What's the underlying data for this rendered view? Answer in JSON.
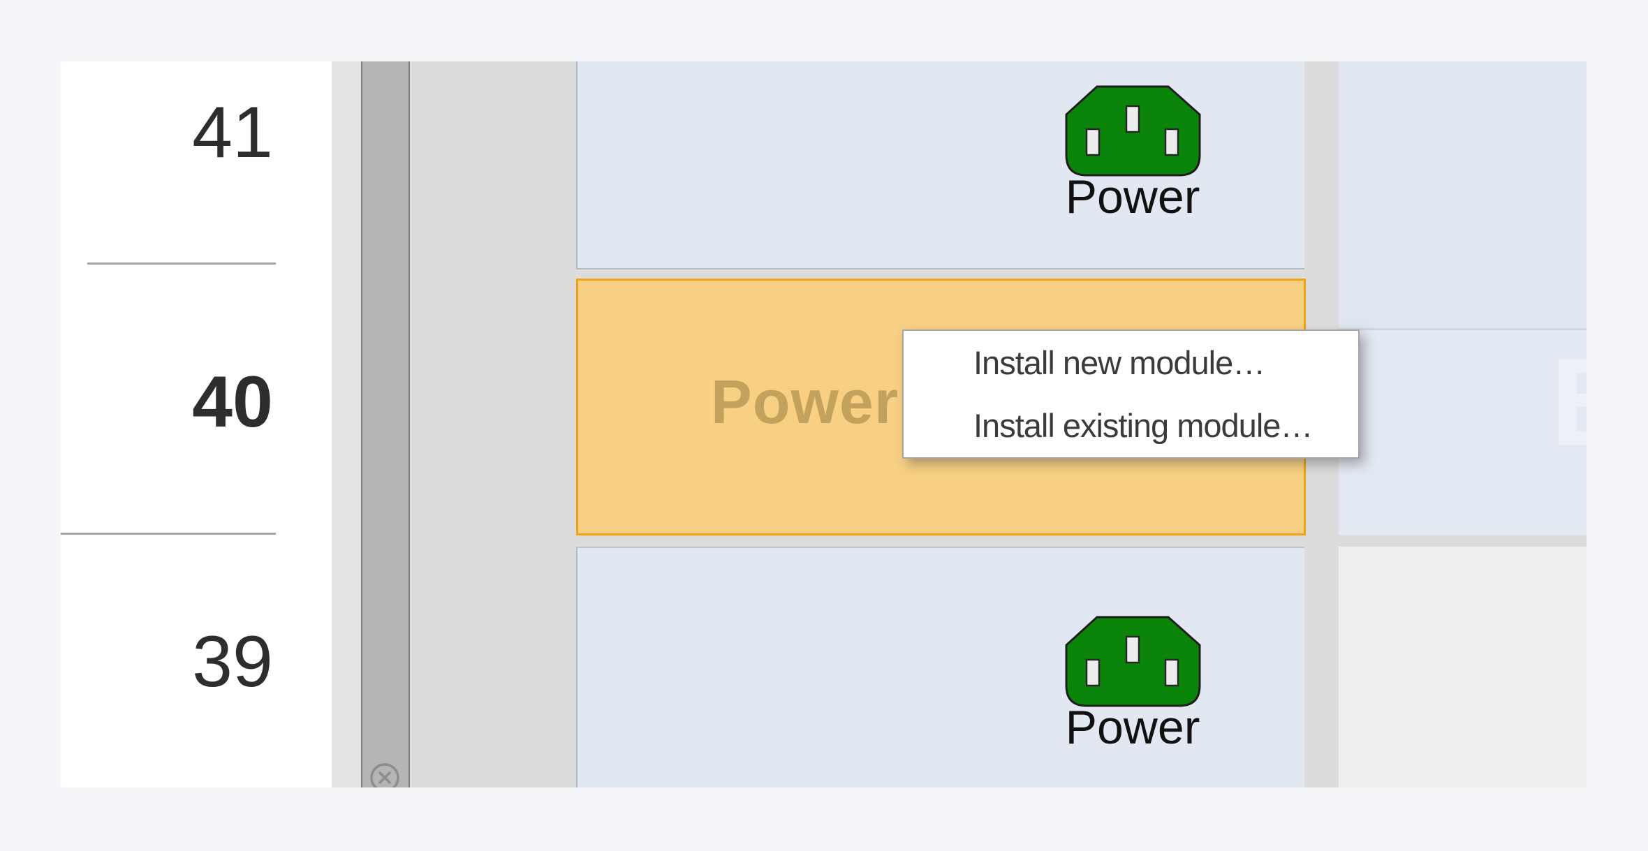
{
  "rack": {
    "units": [
      {
        "label": "41",
        "bold": false
      },
      {
        "label": "40",
        "bold": true
      },
      {
        "label": "39",
        "bold": false
      }
    ]
  },
  "modules": {
    "slot41": {
      "label": "Power",
      "icon": "power-connector-icon"
    },
    "slot40_selected": {
      "label": "Power"
    },
    "slot39": {
      "label": "Power",
      "icon": "power-connector-icon"
    }
  },
  "right_column": {
    "watermark": "B"
  },
  "context_menu": {
    "items": [
      {
        "label": "Install new module…"
      },
      {
        "label": "Install existing module…"
      }
    ]
  },
  "icons": {
    "power": "power-connector-icon",
    "close": "close-icon"
  },
  "colors": {
    "module_blue": "#e2e8f2",
    "selected_fill": "#f8d084",
    "selected_border": "#f2a30d",
    "connector_green": "#0a850a",
    "page_background": "#f4f5f9"
  }
}
